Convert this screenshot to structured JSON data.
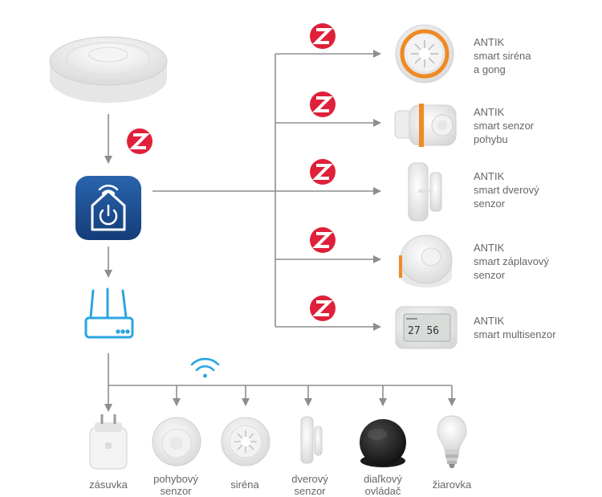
{
  "colors": {
    "line": "#8e8e8e",
    "zigbee_red": "#e0203a",
    "app_blue": "#1d4f93",
    "wifi_blue": "#2aa6e0",
    "text": "#666666"
  },
  "icons": {
    "zigbee": "zigbee-icon",
    "wifi": "wifi-icon",
    "router": "router-icon",
    "app": "smart-home-app-icon"
  },
  "zigbee_devices": [
    {
      "brand": "ANTIK",
      "line1": "smart siréna",
      "line2": "a gong"
    },
    {
      "brand": "ANTIK",
      "line1": "smart senzor",
      "line2": "pohybu"
    },
    {
      "brand": "ANTIK",
      "line1": "smart dverový",
      "line2": "senzor"
    },
    {
      "brand": "ANTIK",
      "line1": "smart záplavový",
      "line2": "senzor"
    },
    {
      "brand": "ANTIK",
      "line1": "smart multisenzor",
      "line2": ""
    }
  ],
  "wifi_devices": [
    {
      "line1": "zásuvka",
      "line2": ""
    },
    {
      "line1": "pohybový",
      "line2": "senzor"
    },
    {
      "line1": "siréna",
      "line2": ""
    },
    {
      "line1": "dverový",
      "line2": "senzor"
    },
    {
      "line1": "diaľkový",
      "line2": "ovládač"
    },
    {
      "line1": "žiarovka",
      "line2": ""
    }
  ]
}
